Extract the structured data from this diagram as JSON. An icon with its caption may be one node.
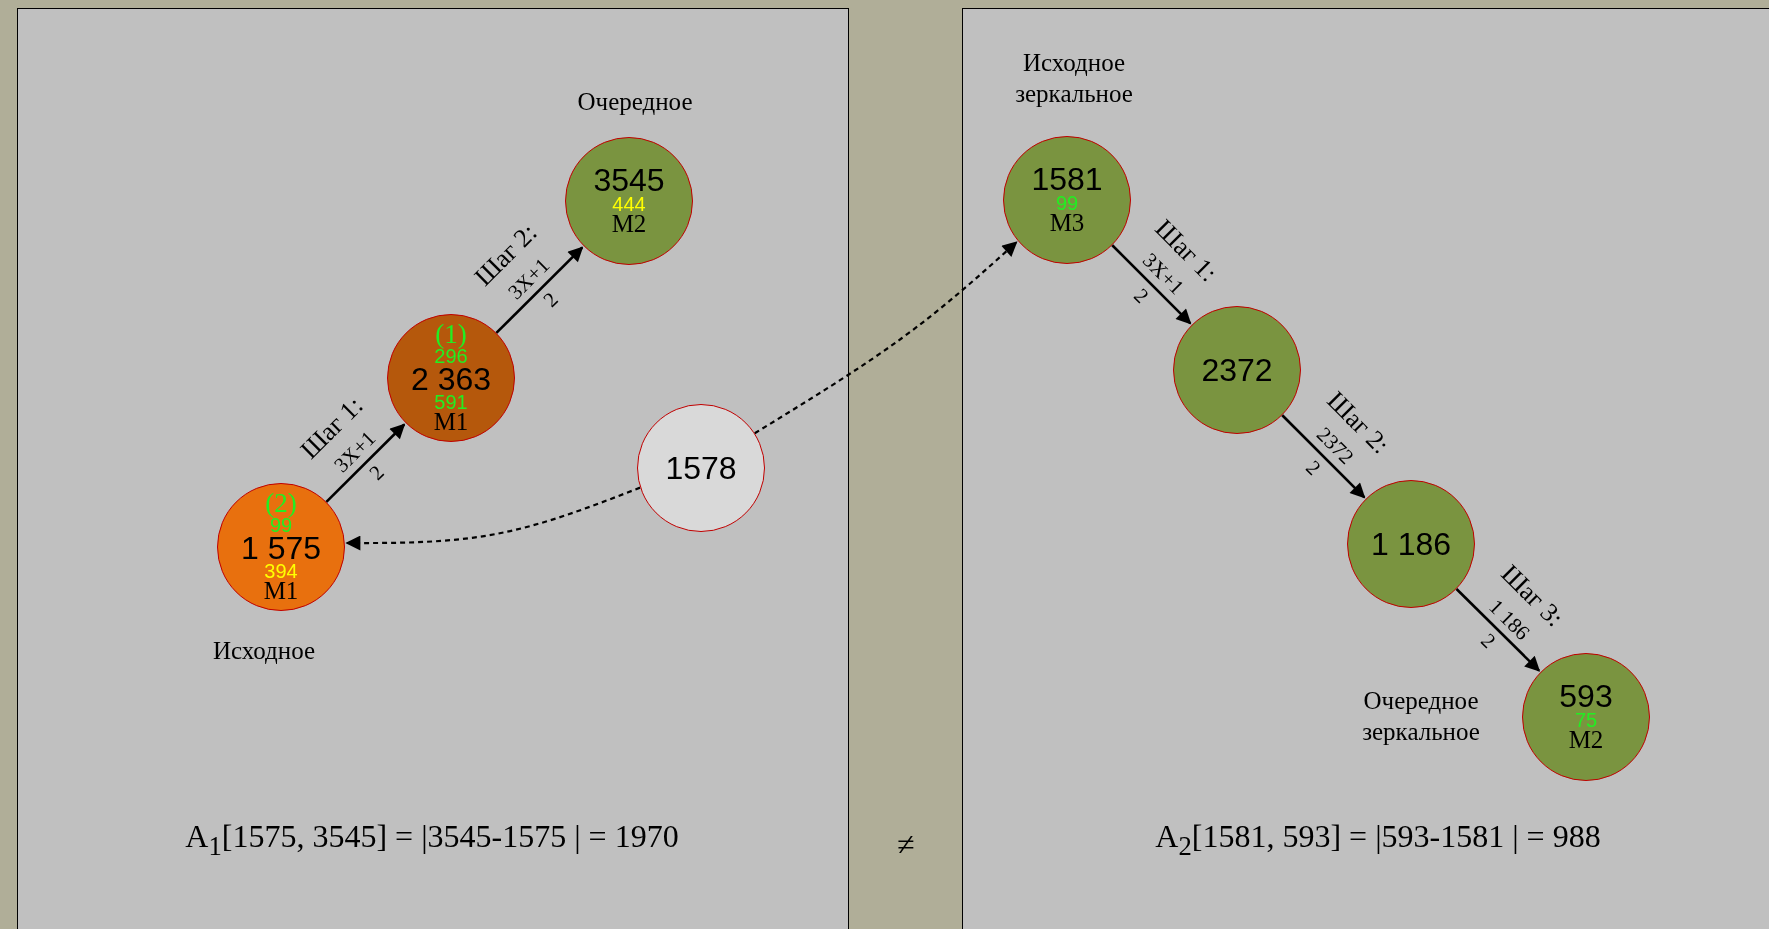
{
  "diagram": {
    "nodes": [
      {
        "text": [
          "(2)",
          "99",
          "1 575",
          "394",
          "M1"
        ],
        "beside": [
          "Исходное"
        ]
      },
      {
        "text": [
          "(1)",
          "296",
          "2 363",
          "591",
          "M1"
        ]
      },
      {
        "text": [
          "3545",
          "444",
          "M2"
        ],
        "beside": [
          "Очередное"
        ]
      },
      {
        "text": [
          "1578"
        ]
      },
      {
        "text": [
          "1581",
          "99",
          "M3"
        ],
        "beside": [
          "Исходное зеркальное"
        ]
      },
      {
        "text": [
          "2372"
        ]
      },
      {
        "text": [
          "1 186"
        ]
      },
      {
        "text": [
          "593",
          "75",
          "M2"
        ],
        "beside": [
          "Очередное зеркальное"
        ]
      }
    ],
    "edges": [
      {
        "from": 0,
        "to": 1,
        "arrow": "to",
        "label": "Шаг 1:"
      },
      {
        "from": 1,
        "to": 2,
        "arrow": "to",
        "label": "Шаг 2:"
      },
      {
        "from": 3,
        "to": 0,
        "arrow": "to",
        "style": "dashed"
      },
      {
        "from": 3,
        "to": 4,
        "arrow": "to",
        "style": "dashed"
      },
      {
        "from": 4,
        "to": 5,
        "arrow": "to",
        "label": "Шаг 1:"
      },
      {
        "from": 5,
        "to": 6,
        "arrow": "to",
        "label": "Шаг 2:"
      },
      {
        "from": 6,
        "to": 7,
        "arrow": "to",
        "label": "Шаг 3:"
      }
    ],
    "labels": [
      "3X+1",
      "2",
      "3X+1",
      "2",
      "3X+1",
      "2",
      "2372",
      "2",
      "1 186",
      "2",
      "A$_{1}$[1575, 3545] = |3545-1575 | = 1970",
      "≠",
      "A$_{2}$[1581, 593] = |593-1581 | = 988"
    ]
  }
}
